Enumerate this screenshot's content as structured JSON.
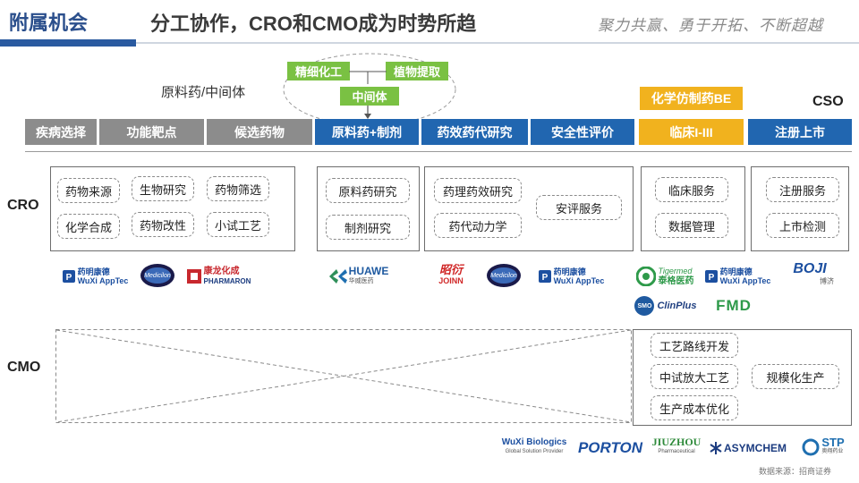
{
  "header": {
    "title": "附属机会",
    "subtitle": "分工协作，CRO和CMO成为时势所趋",
    "slogan": "聚力共赢、勇于开拓、不断超越"
  },
  "top_labels": {
    "api_intermediate": "原料药/中间体",
    "fine_chem": "精细化工",
    "plant_extract": "植物提取",
    "intermediate": "中间体",
    "generic_be": "化学仿制药BE",
    "cso": "CSO"
  },
  "stages": [
    {
      "label": "疾病选择",
      "style": "gray"
    },
    {
      "label": "功能靶点",
      "style": "gray"
    },
    {
      "label": "候选药物",
      "style": "gray"
    },
    {
      "label": "原料药+制剂",
      "style": "blue"
    },
    {
      "label": "药效药代研究",
      "style": "blue"
    },
    {
      "label": "安全性评价",
      "style": "blue"
    },
    {
      "label": "临床I-III",
      "style": "gold"
    },
    {
      "label": "注册上市",
      "style": "blue"
    }
  ],
  "cro": {
    "label": "CRO",
    "discovery": [
      "药物来源",
      "生物研究",
      "药物筛选",
      "化学合成",
      "药物改性",
      "小试工艺"
    ],
    "api": [
      "原料药研究",
      "制剂研究"
    ],
    "pharmacology": [
      "药理药效研究",
      "药代动力学",
      "安评服务"
    ],
    "clinical": [
      "临床服务",
      "数据管理"
    ],
    "registration": [
      "注册服务",
      "上市检测"
    ]
  },
  "cro_logos": {
    "wuxi1": "药明康德",
    "wuxi1_en": "WuXi AppTec",
    "medicilon": "Medicilon",
    "pharmaron_cn": "康龙化成",
    "pharmaron": "PHARMARON",
    "huawe": "HUAWE",
    "huawe_cn": "华威医药",
    "joinn_cn": "昭衍",
    "joinn": "JOINN",
    "medicilon2": "Medicilon",
    "wuxi2": "药明康德",
    "wuxi2_en": "WuXi AppTec",
    "tigermed": "Tigermed",
    "tigermed_cn": "泰格医药",
    "wuxi3": "药明康德",
    "wuxi3_en": "WuXi AppTec",
    "boji": "BOJI",
    "boji_cn": "博济",
    "clinplus": "ClinPlus",
    "smo": "SMO",
    "fmd": "FMD"
  },
  "cmo": {
    "label": "CMO",
    "items": [
      "工艺路线开发",
      "中试放大工艺",
      "生产成本优化",
      "规模化生产"
    ]
  },
  "cmo_logos": {
    "wuxi_bio": "WuXi Biologics",
    "wuxi_bio_sub": "Global Solution Provider",
    "porton": "PORTON",
    "jiuzhou": "JIUZHOU",
    "jiuzhou_sub": "Pharmaceutical",
    "asymchem": "ASYMCHEM",
    "stp": "STP",
    "stp_cn": "奥翔药业"
  },
  "source": "数据来源：招商证券",
  "colors": {
    "header_blue": "#2b4f8c",
    "stage_gray": "#8c8c8c",
    "stage_blue": "#2166b0",
    "stage_gold": "#f1b21e",
    "tag_green": "#7ac143"
  }
}
